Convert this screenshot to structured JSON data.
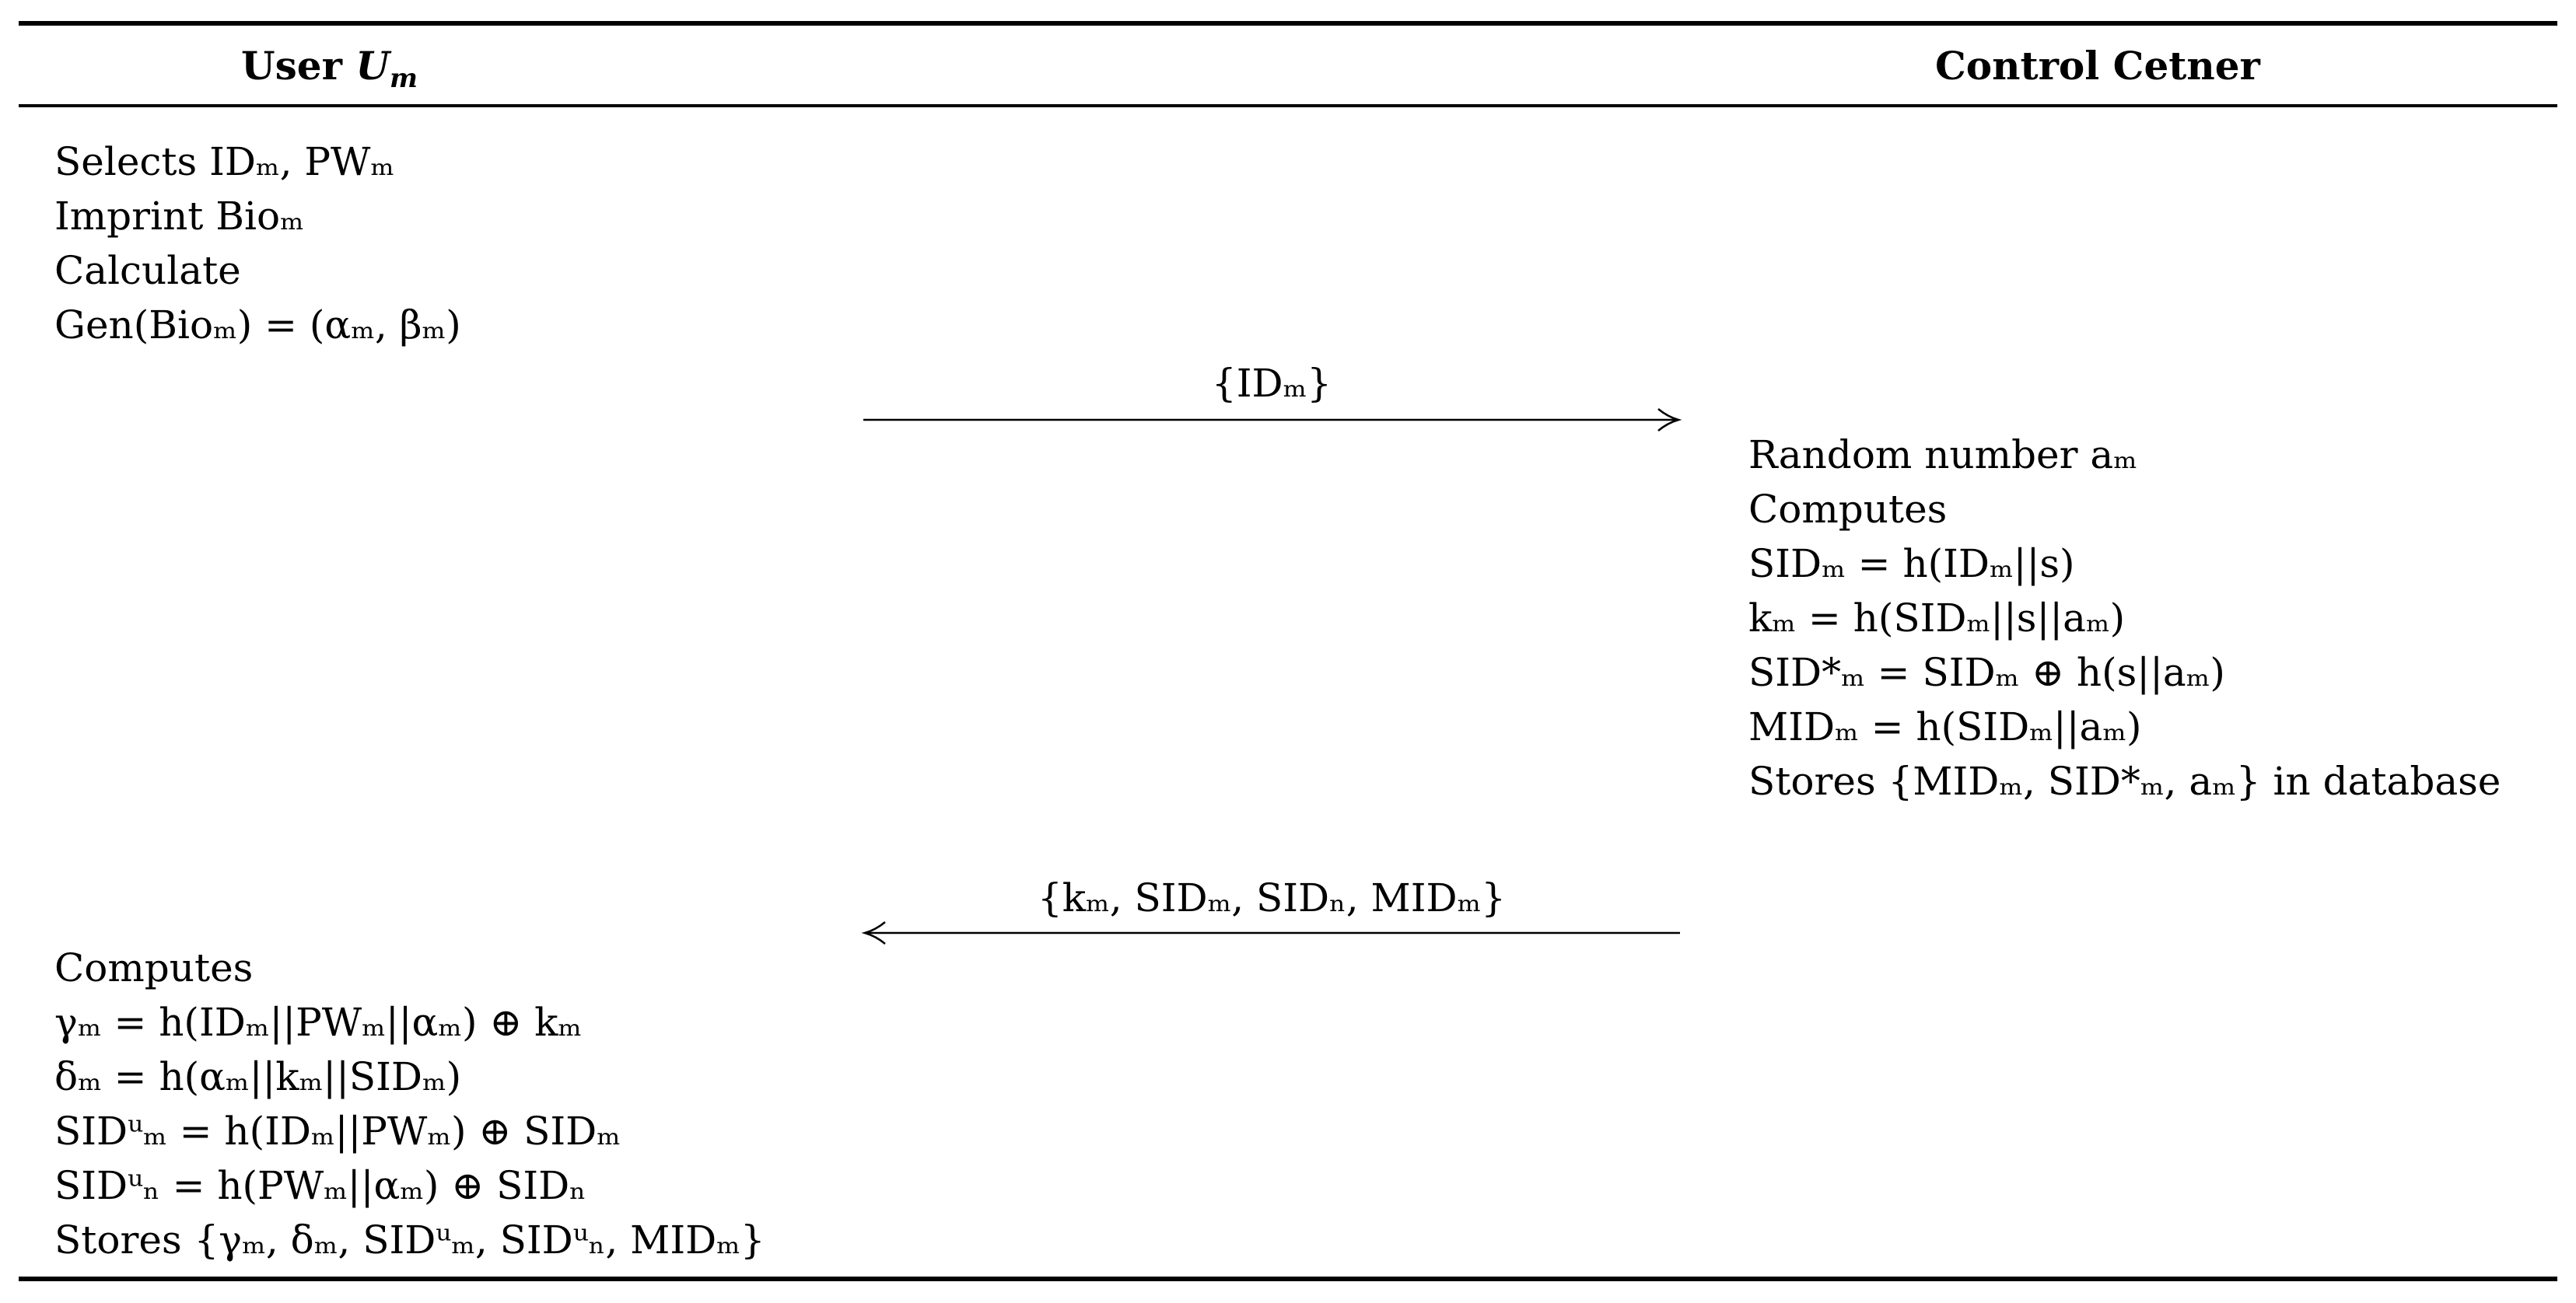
{
  "headers": {
    "user_prefix": "User",
    "user_symbol": "U",
    "user_subscript": "m",
    "center": "Control Cetner"
  },
  "user_registration": [
    "Selects IDₘ, PWₘ",
    "Imprint Bioₘ",
    "Calculate",
    "Gen(Bioₘ) = (αₘ, βₘ)"
  ],
  "message_to_center": "{IDₘ}",
  "center_computation": [
    "Random number aₘ",
    "Computes",
    "SIDₘ = h(IDₘ||s)",
    "kₘ = h(SIDₘ||s||aₘ)",
    "SID*ₘ = SIDₘ ⊕ h(s||aₘ)",
    "MIDₘ = h(SIDₘ||aₘ)",
    "Stores {MIDₘ, SID*ₘ, aₘ} in database"
  ],
  "message_to_user": "{kₘ, SIDₘ, SIDₙ, MIDₘ}",
  "user_computation": [
    "Computes",
    "γₘ = h(IDₘ||PWₘ||αₘ) ⊕ kₘ",
    "δₘ = h(αₘ||kₘ||SIDₘ)",
    "SIDᵘₘ = h(IDₘ||PWₘ) ⊕ SIDₘ",
    "SIDᵘₙ = h(PWₘ||αₘ) ⊕ SIDₙ",
    "Stores {γₘ, δₘ, SIDᵘₘ, SIDᵘₙ, MIDₘ}"
  ]
}
